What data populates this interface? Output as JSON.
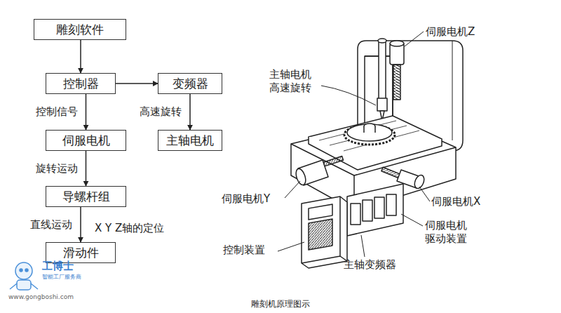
{
  "diagram": {
    "caption": "雕刻机原理图示",
    "nodes": [
      {
        "text": [
          "雕刻软件"
        ]
      },
      {
        "text": [
          "控制器"
        ]
      },
      {
        "text": [
          "变频器"
        ]
      },
      {
        "text": [
          "伺服电机"
        ]
      },
      {
        "text": [
          "主轴电机"
        ]
      },
      {
        "text": [
          "导螺杆组"
        ]
      },
      {
        "text": [
          "滑动件"
        ]
      }
    ],
    "edges": [
      {
        "from": 0,
        "to": 1,
        "arrow": "to"
      },
      {
        "from": 1,
        "to": 2,
        "arrow": "to"
      },
      {
        "from": 1,
        "to": 3,
        "label": "控制信号",
        "arrow": "to"
      },
      {
        "from": 2,
        "to": 4,
        "label": "高速旋转",
        "arrow": "to"
      },
      {
        "from": 3,
        "to": 5,
        "label": "旋转运动",
        "arrow": "to"
      },
      {
        "from": 5,
        "to": 6,
        "label": "直线运动",
        "arrow": "to"
      }
    ],
    "labels": [
      "X Y Z轴的定位",
      "伺服电机Z",
      "主轴电机 高速旋转",
      "伺服电机Y",
      "伺服电机X",
      "伺服电机 驱动装置",
      "控制装置",
      "主轴变频器",
      "工博士",
      "智能工厂服务商",
      "www.gongboshi.com"
    ]
  }
}
